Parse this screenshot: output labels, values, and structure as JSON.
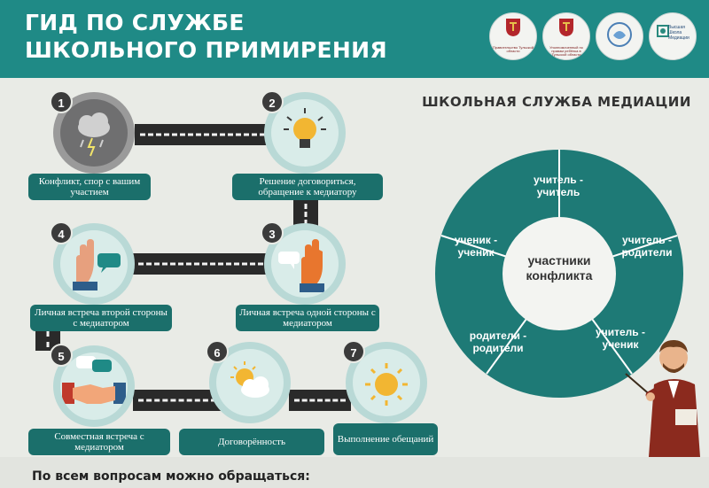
{
  "header": {
    "title_line1": "ГИД ПО СЛУЖБЕ",
    "title_line2": "ШКОЛЬНОГО ПРИМИРЕНИЯ",
    "bg_color": "#1f8a86",
    "logos": [
      {
        "icon": "coat-of-arms-icon",
        "caption": "Правительство Тульской области"
      },
      {
        "icon": "coat-of-arms-icon",
        "caption": "Уполномоченный по правам ребёнка в Тульской области"
      },
      {
        "icon": "mediation-emblem-icon",
        "caption": ""
      },
      {
        "icon": "school-emblem-icon",
        "caption": "Высшая Школа Медиации"
      }
    ]
  },
  "steps": [
    {
      "num": "1",
      "icon": "storm-cloud-icon",
      "label": "Конфликт, спор с вашим участием"
    },
    {
      "num": "2",
      "icon": "lightbulb-icon",
      "label": "Решение договориться, обращение к медиатору"
    },
    {
      "num": "3",
      "icon": "raised-hand-speech-icon",
      "label": "Личная встреча одной стороны с медиатором"
    },
    {
      "num": "4",
      "icon": "raised-hand-speech-icon",
      "label": "Личная встреча второй стороны с медиатором"
    },
    {
      "num": "5",
      "icon": "handshake-icon",
      "label": "Совместная встреча с медиатором"
    },
    {
      "num": "6",
      "icon": "sun-cloud-icon",
      "label": "Договорённость"
    },
    {
      "num": "7",
      "icon": "sun-icon",
      "label": "Выполнение обещаний"
    }
  ],
  "mediation": {
    "title": "ШКОЛЬНАЯ СЛУЖБА МЕДИАЦИИ",
    "center": "участники конфликта",
    "segments": [
      "учитель - учитель",
      "учитель - родители",
      "учитель - ученик",
      "родители - родители",
      "ученик - ученик"
    ],
    "colors": {
      "ring": "#1e7a76",
      "divider": "#ffffff",
      "center": "#f3f4f1"
    }
  },
  "footer": {
    "contact": "По всем вопросам можно обращаться:"
  }
}
